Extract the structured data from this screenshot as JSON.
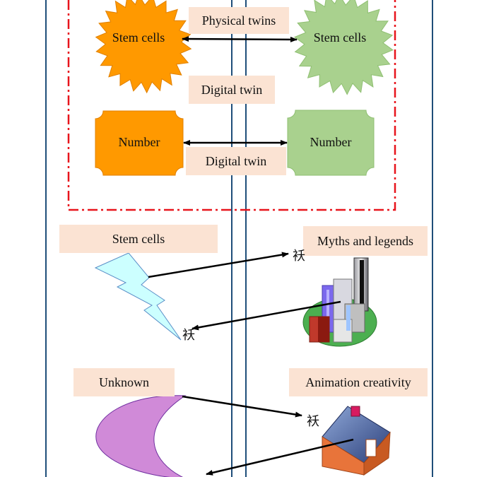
{
  "top_panel": {
    "left_star": "Stem cells",
    "right_star": "Stem cells",
    "physical_label": "Physical twins",
    "digital_label_mid": "Digital twin",
    "left_box": "Number",
    "right_box": "Number",
    "digital_label_bottom": "Digital twin"
  },
  "middle_row": {
    "left_label": "Stem cells",
    "right_label": "Myths and legends",
    "glyph_right": "袄",
    "glyph_left": "袄"
  },
  "bottom_row": {
    "left_label": "Unknown",
    "right_label": "Animation creativity",
    "glyph_right": "袄"
  },
  "colors": {
    "orange": "#ff9900",
    "green": "#a9d18e",
    "label_bg": "#fbe3d3",
    "dash_border": "#e8141c",
    "vline": "#1f4e79",
    "lightning": "#ccffff",
    "crescent": "#d08ad8"
  },
  "icons": [
    "lightning-icon",
    "city-buildings-icon",
    "crescent-moon-icon",
    "house-icon"
  ]
}
